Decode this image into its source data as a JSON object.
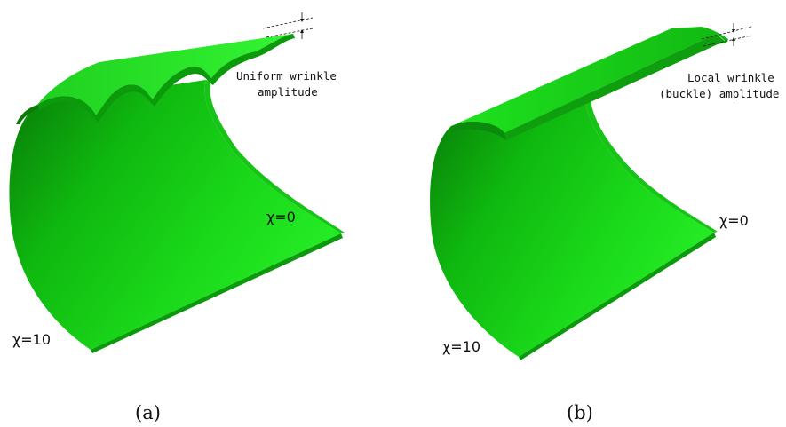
{
  "panel_a": {
    "annotation_line1": "Uniform wrinkle",
    "annotation_line2": "amplitude",
    "label_start": "χ=0",
    "label_end": "χ=10",
    "caption": "(a)"
  },
  "panel_b": {
    "annotation_line1": "Local wrinkle",
    "annotation_line2": "(buckle) amplitude",
    "label_start": "χ=0",
    "label_end": "χ=10",
    "caption": "(b)"
  },
  "colors": {
    "surface_light": "#22ee22",
    "surface_mid": "#11cc11",
    "surface_dark": "#0a8a0a",
    "edge": "#0b6e0b"
  }
}
